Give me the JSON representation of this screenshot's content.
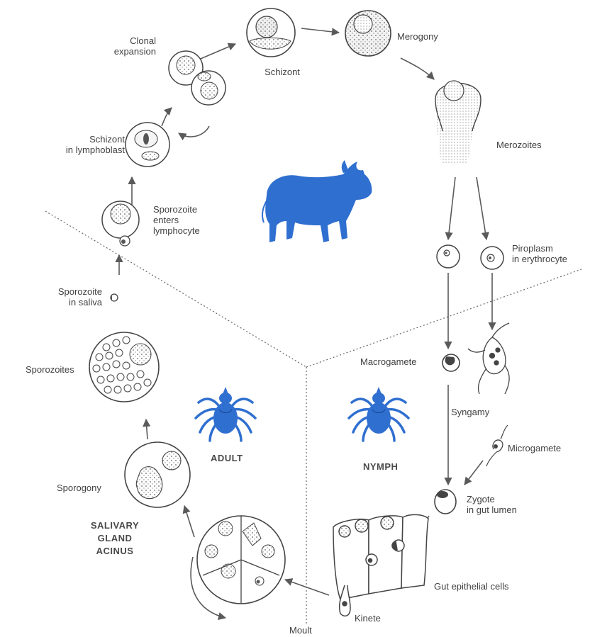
{
  "labels": {
    "clonal_expansion": "Clonal\nexpansion",
    "schizont": "Schizont",
    "merogony": "Merogony",
    "merozoites": "Merozoites",
    "schizont_in_lymphoblast": "Schizont\nin lymphoblast",
    "sporozoite_enters_lymphocyte": "Sporozoite\nenters\nlymphocyte",
    "piroplasm_in_erythrocyte": "Piroplasm\nin erythrocyte",
    "sporozoite_in_saliva": "Sporozoite\nin saliva",
    "macrogamete": "Macrogamete",
    "sporozoites": "Sporozoites",
    "syngamy": "Syngamy",
    "microgamete": "Microgamete",
    "adult": "ADULT",
    "nymph": "NYMPH",
    "sporogony": "Sporogony",
    "zygote_in_gut_lumen": "Zygote\nin gut lumen",
    "salivary_gland_acinus": "SALIVARY\nGLAND\nACINUS",
    "gut_epithelial_cells": "Gut epithelial cells",
    "kinete": "Kinete",
    "moult": "Moult"
  },
  "colors": {
    "host_blue": "#2f6fd0",
    "ink": "#3a3a3a",
    "arrow": "#5a5a5a"
  },
  "icons": {
    "host": "cattle-icon",
    "adult_tick": "tick-icon",
    "nymph_tick": "tick-icon"
  }
}
